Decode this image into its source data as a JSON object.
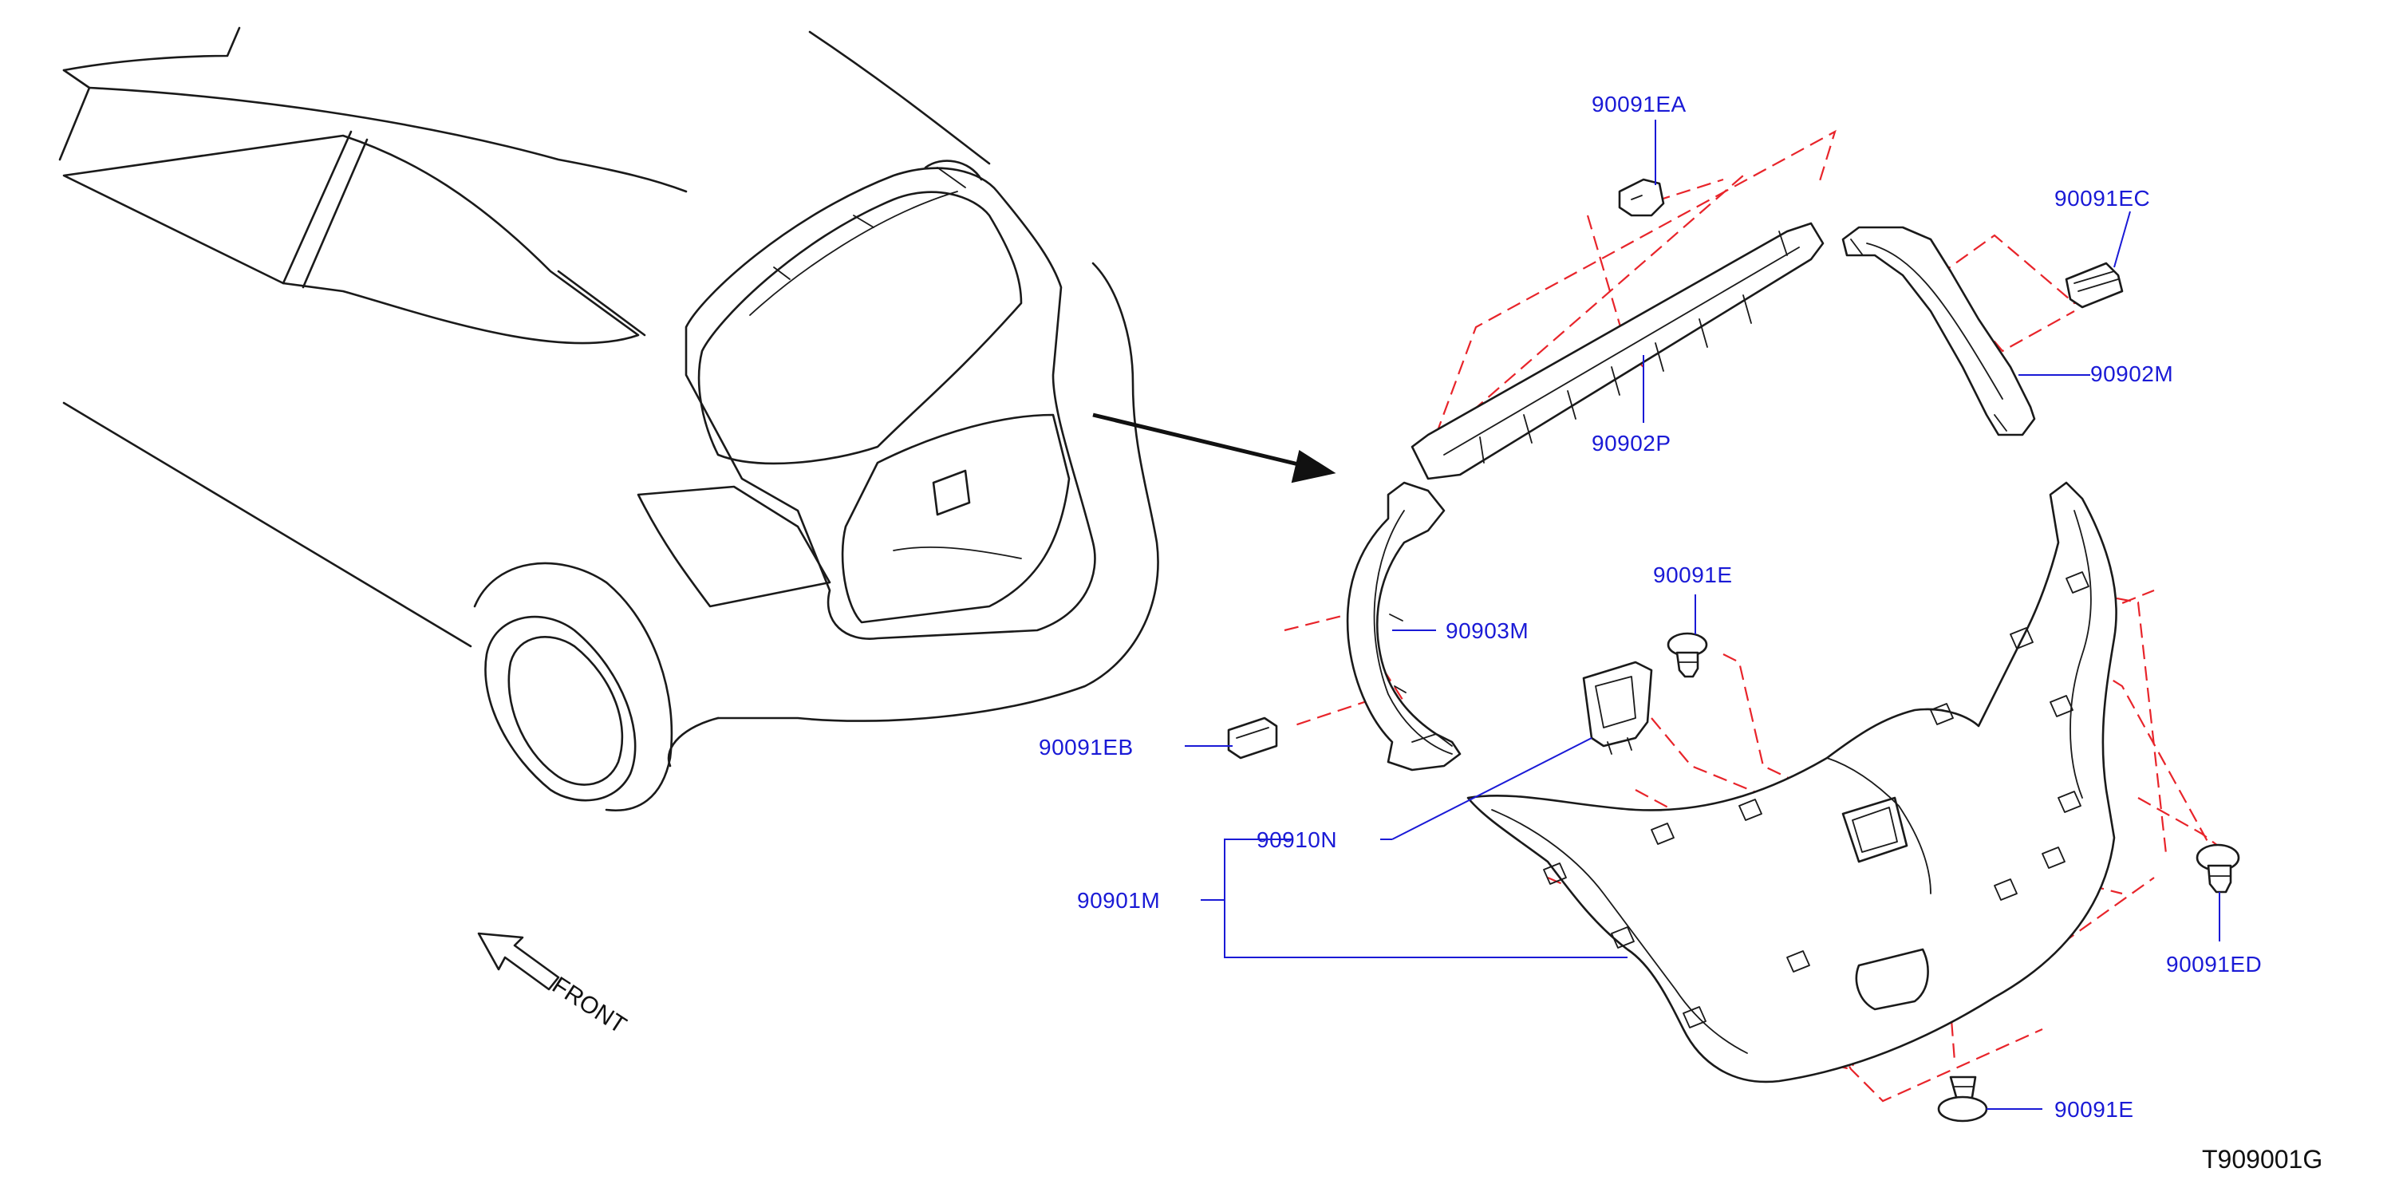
{
  "diagram": {
    "reference_code": "T909001G",
    "front_indicator": "FRONT",
    "parts": {
      "p_90091EA": "90091EA",
      "p_90091EC": "90091EC",
      "p_90902M": "90902M",
      "p_90902P": "90902P",
      "p_90903M": "90903M",
      "p_90091E_top": "90091E",
      "p_90091EB": "90091EB",
      "p_90910N": "90910N",
      "p_90901M": "90901M",
      "p_90091ED": "90091ED",
      "p_90091E_bottom": "90091E"
    },
    "colors": {
      "label": "#1a1ad6",
      "assembly_lines": "#e8242a",
      "outline": "#1a1a1a"
    }
  }
}
